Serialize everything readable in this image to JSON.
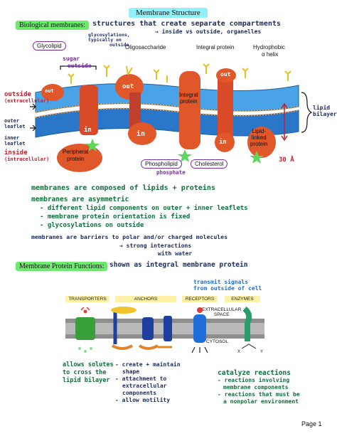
{
  "header": {
    "title": "Membrane Structure"
  },
  "section1": {
    "label": "Biological membranes:",
    "note": "structures that create separate compartments",
    "note2": "→ inside vs outside, organelles",
    "glycolipid": "Glycolipid",
    "sugar": "sugar",
    "outside_arrow": "-outside",
    "glycosylations": "glycosylations,",
    "typically_on": "typically on",
    "outside_small": "outside",
    "oligosaccharide": "Oligosaccharide",
    "integral_protein": "Integral protein",
    "hydrophobic": "Hydrophobic",
    "alpha_helix": "α helix",
    "outside_label": "outside",
    "extracellular": "(extracellular)",
    "outer_leaflet_1": "outer",
    "outer_leaflet_2": "leaflet",
    "inner_leaflet_1": "inner",
    "inner_leaflet_2": "leaflet",
    "inside_label": "inside",
    "intracellular": "(intracellular)",
    "out1": "out",
    "out2": "out",
    "out3": "out",
    "in1": "in",
    "in2": "in",
    "in3": "in",
    "integral_center_1": "Integral",
    "integral_center_2": "protein",
    "peripheral_1": "Peripheral",
    "peripheral_2": "protein",
    "lipid_linked_1": "Lipid-",
    "lipid_linked_2": "linked",
    "lipid_linked_3": "protein",
    "lipid_bilayer_1": "lipid",
    "lipid_bilayer_2": "bilayer",
    "thirty_a": "30 Å",
    "phospholipid": "Phospholipid",
    "cholesterol": "Cholesterol",
    "phosphate": "phosphate"
  },
  "notes": {
    "line1": "membranes are composed of lipids + proteins",
    "line2": "membranes are asymmetric",
    "line3": "- different lipid components on outer + inner leaflets",
    "line4": "- membrane protein orientation is fixed",
    "line5": "- glycosylations on outside",
    "line6": "membranes are barriers to polar and/or charged molecules",
    "line7": "→ strong interactions",
    "line8": "with water"
  },
  "section2": {
    "label": "Membrane Protein Functions:",
    "note": "shown as integral membrane protein",
    "transmit_1": "transmit signals",
    "transmit_2": "from outside of cell",
    "categories": [
      "TRANSPORTERS",
      "ANCHORS",
      "RECEPTORS",
      "ENZYMES"
    ],
    "extracellular_space_1": "EXTRACELLULAR",
    "extracellular_space_2": "SPACE",
    "cytosol": "CYTOSOL",
    "x_label": "X",
    "y_label": "Y",
    "transporters_note_1": "allows solutes",
    "transporters_note_2": "to cross the",
    "transporters_note_3": "lipid bilayer",
    "anchors_note_1": "- create + maintain",
    "anchors_note_2": "shape",
    "anchors_note_3": "- attachment to",
    "anchors_note_4": "extracellular",
    "anchors_note_5": "components",
    "anchors_note_6": "- allow motility",
    "enzymes_note_1": "catalyze reactions",
    "enzymes_note_2": "- reactions involving",
    "enzymes_note_3": "membrane components",
    "enzymes_note_4": "- reactions that must be",
    "enzymes_note_5": "a nonpolar environment"
  },
  "footer": {
    "page": "Page 1"
  },
  "colors": {
    "title_highlight": "#8ff0f7",
    "section_highlight": "#6ee86e",
    "protein": "#e0572a",
    "bilayer": "#2a76c8"
  }
}
